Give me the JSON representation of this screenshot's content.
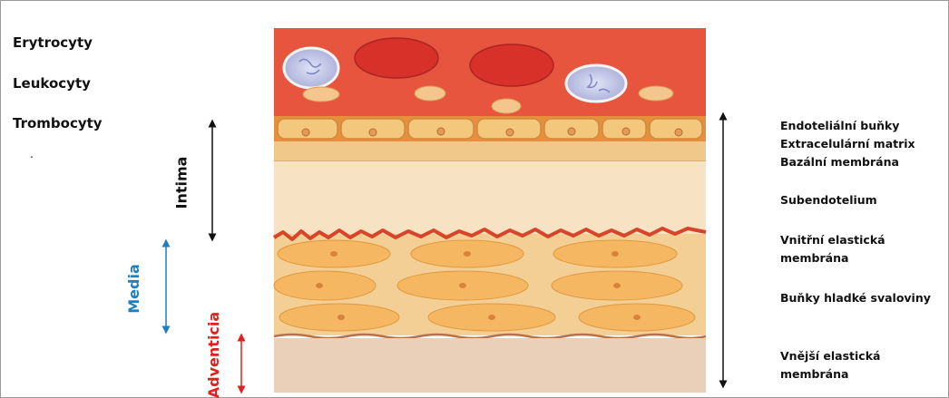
{
  "cell_labels": [
    "Erytrocyty",
    "Leukocyty",
    "Trombocyty"
  ],
  "layers": {
    "intima": "Intima",
    "media": "Media",
    "adventicia": "Adventicia"
  },
  "right_labels": [
    "Endoteliální buňky",
    "Extracelulární matrix",
    "Bazální membrána",
    "Subendotelium",
    "Vnitřní elastická",
    "membrána",
    "Buňky hladké svaloviny",
    "Vnější elastická",
    "membrána"
  ],
  "colors": {
    "intima": "#111111",
    "media": "#1f7fc0",
    "adventicia": "#e0211e",
    "blood": "#e8553e",
    "erythrocyte": "#d8312a",
    "endothelium": "#f3c77c",
    "subendothelium": "#f7e3c4",
    "smooth_muscle": "#f6b762",
    "outer_layer": "#ead0b8"
  },
  "dot": "."
}
